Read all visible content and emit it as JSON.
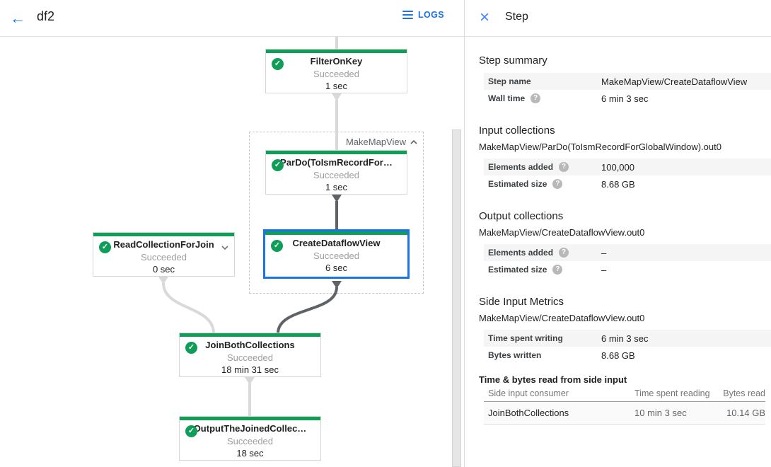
{
  "colors": {
    "accent_blue": "#1a73e8",
    "success_green": "#0f9d58",
    "selected_border": "#1a73e8"
  },
  "icons": {
    "back": "←",
    "close": "×",
    "check": "✓",
    "help": "?",
    "logs": "list-bars-icon",
    "group_collapse": "chevron-up-icon",
    "node_expand": "chevron-down-icon"
  },
  "header": {
    "title": "df2",
    "logs_label": "LOGS"
  },
  "graph": {
    "group": {
      "label": "MakeMapView"
    },
    "nodes": [
      {
        "title": "FilterOnKey",
        "status": "Succeeded",
        "time": "1 sec"
      },
      {
        "title": "ParDo(ToIsmRecordFor…",
        "status": "Succeeded",
        "time": "1 sec"
      },
      {
        "title": "CreateDataflowView",
        "status": "Succeeded",
        "time": "6 sec"
      },
      {
        "title": "ReadCollectionForJoin",
        "status": "Succeeded",
        "time": "0 sec"
      },
      {
        "title": "JoinBothCollections",
        "status": "Succeeded",
        "time": "18 min 31 sec"
      },
      {
        "title": "OutputTheJoinedCollec…",
        "status": "Succeeded",
        "time": "18 sec"
      }
    ]
  },
  "panel": {
    "title": "Step",
    "step_summary": {
      "heading": "Step summary",
      "rows": [
        {
          "label": "Step name",
          "value": "MakeMapView/CreateDataflowView"
        },
        {
          "label": "Wall time",
          "value": "6 min 3 sec"
        }
      ]
    },
    "input_collections": {
      "heading": "Input collections",
      "collection": "MakeMapView/ParDo(ToIsmRecordForGlobalWindow).out0",
      "rows": [
        {
          "label": "Elements added",
          "value": "100,000"
        },
        {
          "label": "Estimated size",
          "value": "8.68 GB"
        }
      ]
    },
    "output_collections": {
      "heading": "Output collections",
      "collection": "MakeMapView/CreateDataflowView.out0",
      "rows": [
        {
          "label": "Elements added",
          "value": "–"
        },
        {
          "label": "Estimated size",
          "value": "–"
        }
      ]
    },
    "side_input_metrics": {
      "heading": "Side Input Metrics",
      "collection": "MakeMapView/CreateDataflowView.out0",
      "rows": [
        {
          "label": "Time spent writing",
          "value": "6 min 3 sec"
        },
        {
          "label": "Bytes written",
          "value": "8.68 GB"
        }
      ]
    },
    "side_input_table": {
      "heading": "Time & bytes read from side input",
      "columns": [
        "Side input consumer",
        "Time spent reading",
        "Bytes read"
      ],
      "rows": [
        {
          "consumer": "JoinBothCollections",
          "time": "10 min 3 sec",
          "bytes": "10.14 GB"
        }
      ]
    }
  }
}
